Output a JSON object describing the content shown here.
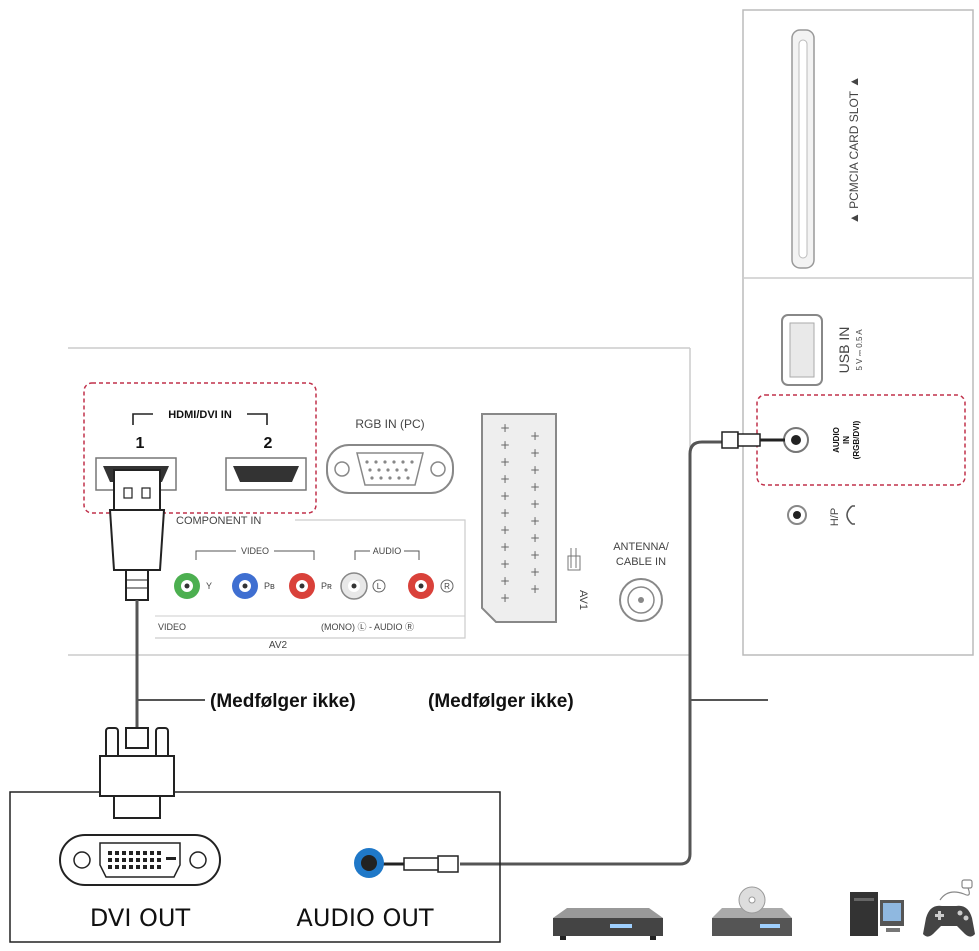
{
  "tv_side": {
    "pcmcia_label": "▲ PCMCIA CARD SLOT ▲",
    "usb_label": "USB IN",
    "usb_rating": "5 V ⎓ 0.5 A",
    "audio_in_lines": [
      "AUDIO",
      "IN",
      "(RGB/DVI)"
    ],
    "hp_label": "H/P"
  },
  "tv_rear": {
    "hdmi_title": "HDMI/DVI IN",
    "hdmi_port_1": "1",
    "hdmi_port_2": "2",
    "rgb_label": "RGB IN (PC)",
    "component_label": "COMPONENT IN",
    "video_group": "VIDEO",
    "audio_group": "AUDIO",
    "y_label": "Y",
    "pb_label": "Pʙ",
    "pr_label": "Pʀ",
    "l_label": "L",
    "r_label": "R",
    "video_bottom": "VIDEO",
    "av2_label": "AV2",
    "mono_audio_label": "(MONO) Ⓛ - AUDIO Ⓡ",
    "av1_label": "AV1",
    "antenna_label_1": "ANTENNA/",
    "antenna_label_2": "CABLE IN"
  },
  "cable_notes": {
    "left": "(Medfølger ikke)",
    "right": "(Medfølger ikke)"
  },
  "source_device": {
    "dvi_out": "DVI OUT",
    "audio_out": "AUDIO OUT"
  },
  "colors": {
    "hdmi_highlight": "#c0304a",
    "y_port": "#4caf50",
    "pb_port": "#3f6fd1",
    "pr_port": "#d9413a",
    "audio_out_port": "#1f78c8"
  },
  "icons": [
    "set-top-box-icon",
    "dvd-player-icon",
    "pc-icon",
    "game-console-icon"
  ]
}
